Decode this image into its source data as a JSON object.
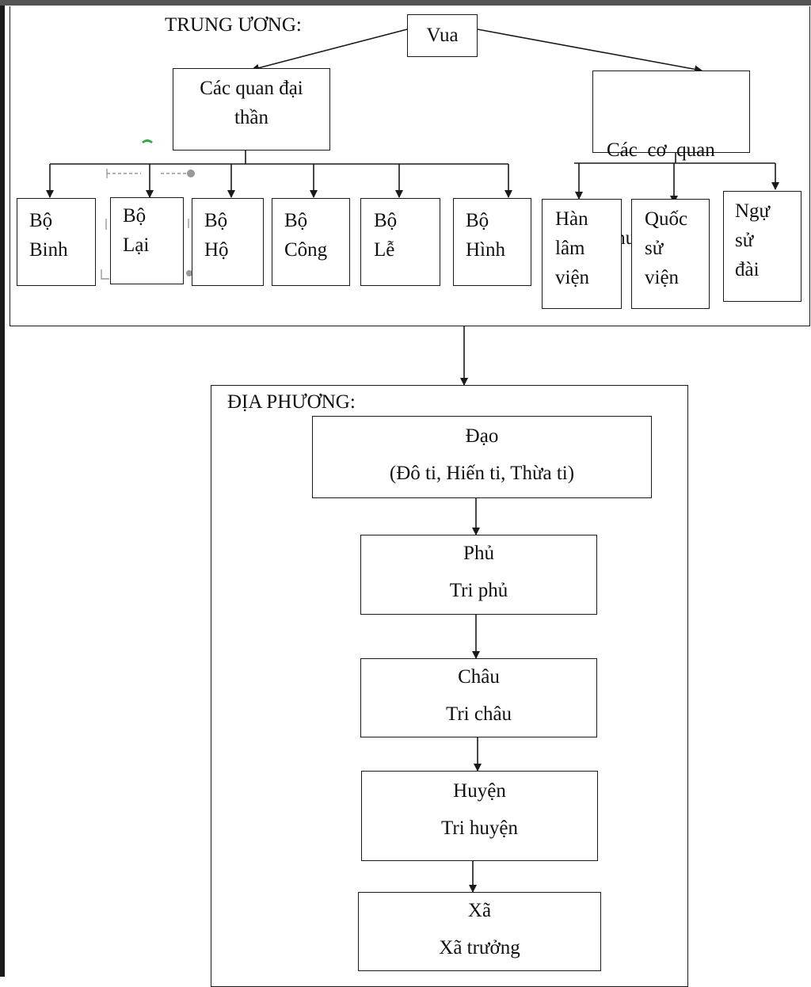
{
  "central": {
    "section_label": "TRUNG ƯƠNG:",
    "king": "Vua",
    "ministers_group": [
      "Các quan đại",
      "thần"
    ],
    "specialized_group": [
      "Các  cơ  quan",
      "chuyên môn"
    ],
    "ministries": [
      [
        "Bộ",
        "Binh"
      ],
      [
        "Bộ",
        "Lại"
      ],
      [
        "Bộ",
        "Hộ"
      ],
      [
        "Bộ",
        "Công"
      ],
      [
        "Bộ",
        "Lễ"
      ],
      [
        "Bộ",
        "Hình"
      ]
    ],
    "agencies": [
      [
        "Hàn",
        "lâm",
        "viện"
      ],
      [
        "Quốc",
        "sử",
        "viện"
      ],
      [
        "Ngự",
        "sử",
        "đài"
      ]
    ]
  },
  "local": {
    "section_label": "ĐỊA PHƯƠNG:",
    "levels": [
      {
        "name": "Đạo",
        "officials": "(Đô ti, Hiến ti, Thừa ti)"
      },
      {
        "name": "Phủ",
        "officials": "Tri phủ"
      },
      {
        "name": "Châu",
        "officials": "Tri châu"
      },
      {
        "name": "Huyện",
        "officials": "Tri huyện"
      },
      {
        "name": "Xã",
        "officials": "Xã trưởng"
      }
    ]
  }
}
